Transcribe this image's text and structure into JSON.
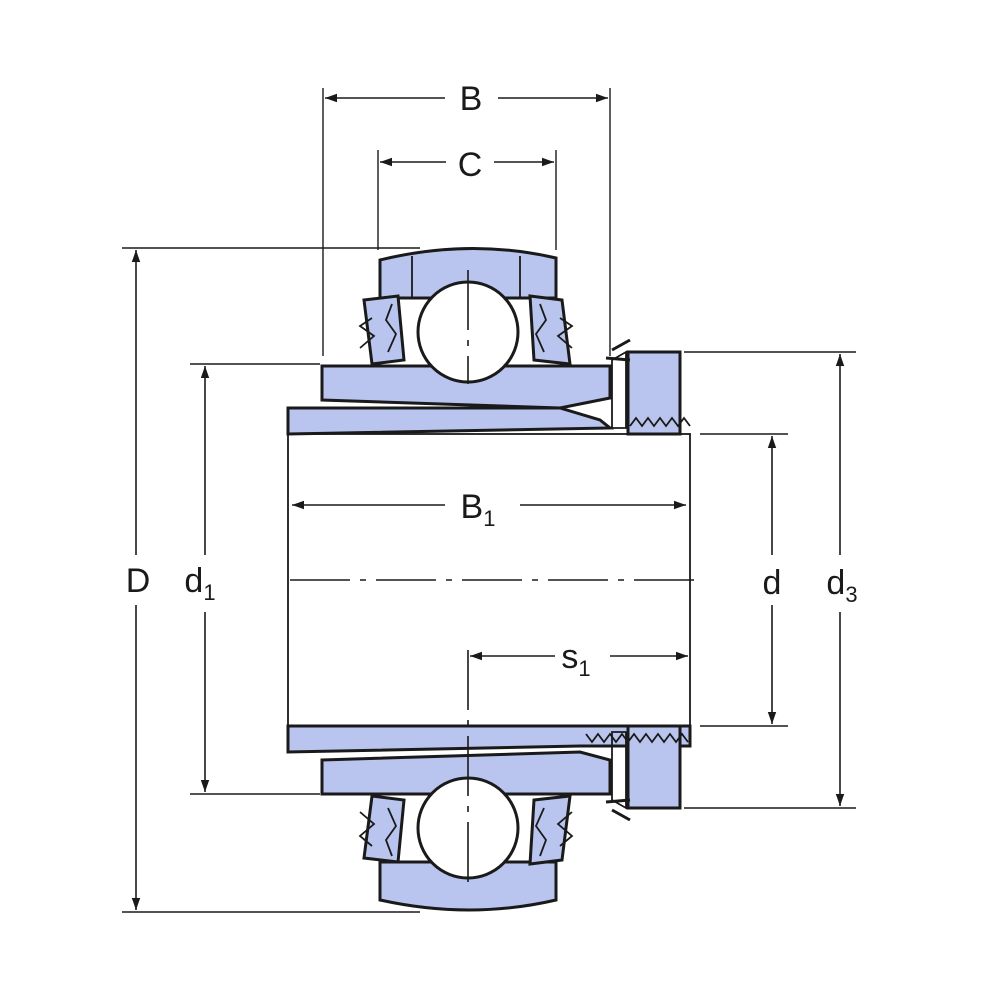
{
  "colors": {
    "part_fill": "#b9c5ee",
    "line": "#1a1a1a",
    "background": "#ffffff"
  },
  "labels": {
    "B": "B",
    "C": "C",
    "B1_main": "B",
    "B1_sub": "1",
    "D": "D",
    "d1_main": "d",
    "d1_sub": "1",
    "d": "d",
    "d3_main": "d",
    "d3_sub": "3",
    "s1_main": "s",
    "s1_sub": "1"
  }
}
